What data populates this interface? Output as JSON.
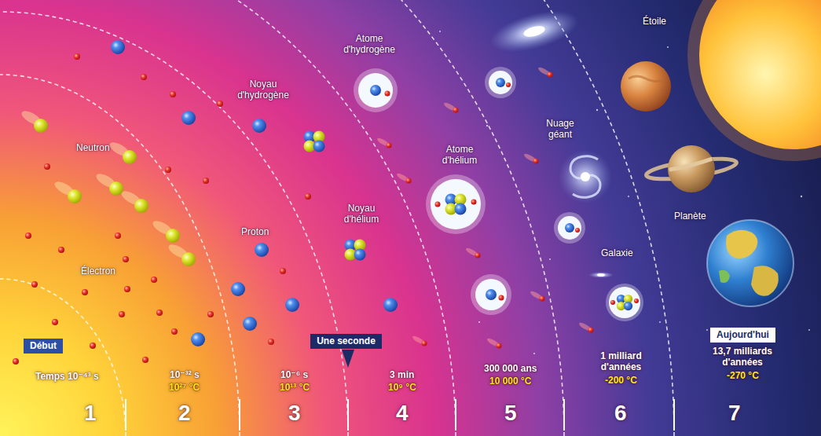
{
  "diagram": {
    "nodes": [
      {
        "text": [
          "Début"
        ]
      },
      {
        "text": [
          "Une seconde"
        ]
      },
      {
        "text": [
          "Aujourd'hui"
        ]
      }
    ],
    "labels": [
      "Neutron",
      "Électron",
      "Proton",
      "Noyau d'hydrogène",
      "Noyau d'hélium",
      "Atome d'hydrogène",
      "Atome d'hélium",
      "Nuage géant",
      "Galaxie",
      "Étoile",
      "Planète",
      "Temps 10⁻⁴³ s",
      "10⁻³² s",
      "10²⁷ °C",
      "10⁻⁶ s",
      "10¹³ °C",
      "3 min",
      "10⁹ °C",
      "300 000 ans",
      "10 000 °C",
      "1 milliard d'années",
      "-200 °C",
      "13,7 milliards d'années",
      "-270 °C",
      "1",
      "2",
      "3",
      "4",
      "5",
      "6",
      "7"
    ]
  }
}
